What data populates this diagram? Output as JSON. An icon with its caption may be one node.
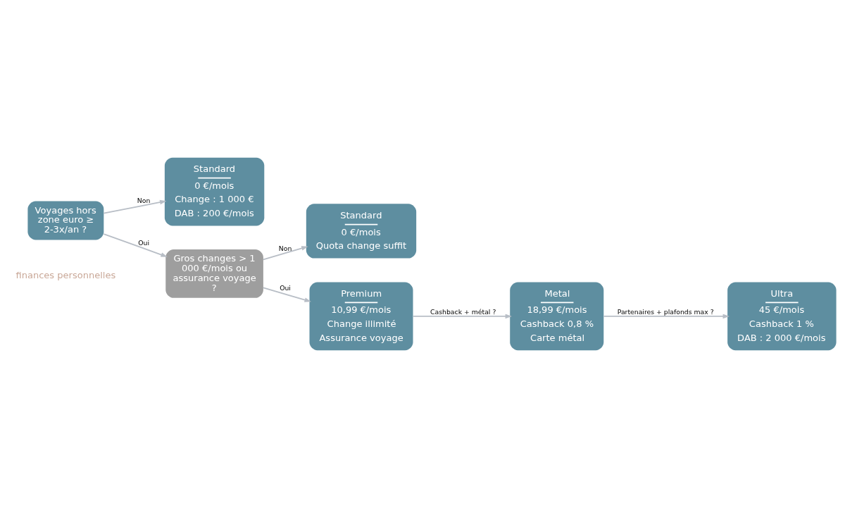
{
  "diagram": {
    "nodes": [
      {
        "text": [
          "Voyages hors zone euro ≥ 2-3x/an ?"
        ]
      },
      {
        "text": [
          "Standard",
          "0 €/mois",
          "Change : 1 000 €",
          "DAB : 200 €/mois"
        ]
      },
      {
        "text": [
          "Gros changes > 1 000 €/mois ou assurance voyage ?"
        ]
      },
      {
        "text": [
          "Standard",
          "0 €/mois",
          "Quota change suffit"
        ]
      },
      {
        "text": [
          "Premium",
          "10,99 €/mois",
          "Change illimité",
          "Assurance voyage"
        ]
      },
      {
        "text": [
          "Metal",
          "18,99 €/mois",
          "Cashback 0,8 %",
          "Carte métal"
        ]
      },
      {
        "text": [
          "Ultra",
          "45 €/mois",
          "Cashback 1 %",
          "DAB : 2 000 €/mois"
        ]
      }
    ],
    "edges": [
      {
        "from": 0,
        "to": 1,
        "arrow": "to",
        "label": "Non"
      },
      {
        "from": 0,
        "to": 2,
        "arrow": "to",
        "label": "Oui"
      },
      {
        "from": 2,
        "to": 3,
        "arrow": "to",
        "label": "Non"
      },
      {
        "from": 2,
        "to": 4,
        "arrow": "to",
        "label": "Oui"
      },
      {
        "from": 4,
        "to": 5,
        "arrow": "to",
        "label": "Cashback + métal ?"
      },
      {
        "from": 5,
        "to": 6,
        "arrow": "to",
        "label": "Partenaires + plafonds max ?"
      }
    ],
    "labels": [
      "finances personnelles"
    ]
  }
}
